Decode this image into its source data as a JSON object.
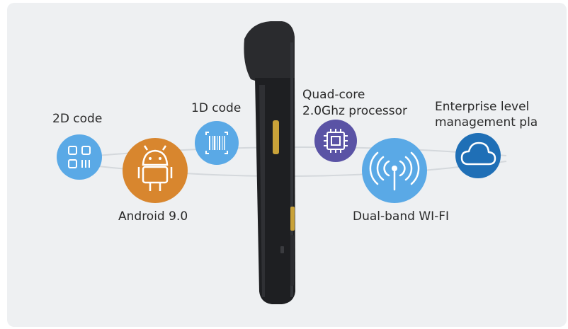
{
  "features": {
    "code2d": "2D code",
    "android": "Android 9.0",
    "code1d": "1D code",
    "processor_line1": "Quad-core",
    "processor_line2": "2.0Ghz processor",
    "wifi": "Dual-band WI-FI",
    "enterprise_line1": "Enterprise level",
    "enterprise_line2": "management pla"
  },
  "icons": {
    "code2d": "qr-code-icon",
    "android": "android-robot-icon",
    "code1d": "barcode-icon",
    "processor": "cpu-chip-icon",
    "wifi": "wireless-antenna-icon",
    "enterprise": "cloud-icon"
  },
  "colors": {
    "panel_bg": "#eef0f2",
    "light_blue": "#5aa9e6",
    "orange": "#d8862e",
    "purple": "#5a53a5",
    "navy_blue": "#1f6fb6",
    "device_body": "#202124",
    "device_button": "#c9a239",
    "label_text": "#2a2a2a"
  }
}
